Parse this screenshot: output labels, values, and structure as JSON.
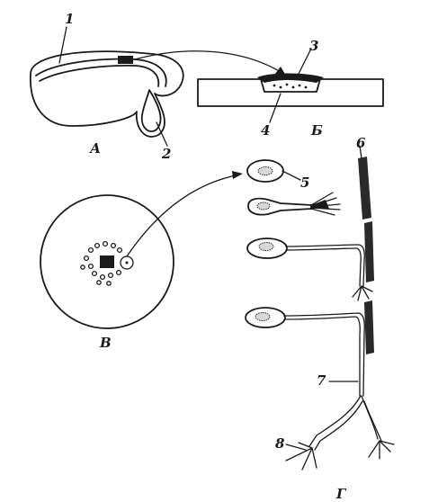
{
  "labels": {
    "n1": "1",
    "n2": "2",
    "n3": "3",
    "n4": "4",
    "n5": "5",
    "n6": "6",
    "n7": "7",
    "n8": "8",
    "panel_a": "А",
    "panel_b": "Б",
    "panel_v": "В",
    "panel_g": "Г"
  },
  "colors": {
    "ink": "#1a1a1a",
    "paper": "#ffffff",
    "nucleus": "#d8d8d8"
  }
}
